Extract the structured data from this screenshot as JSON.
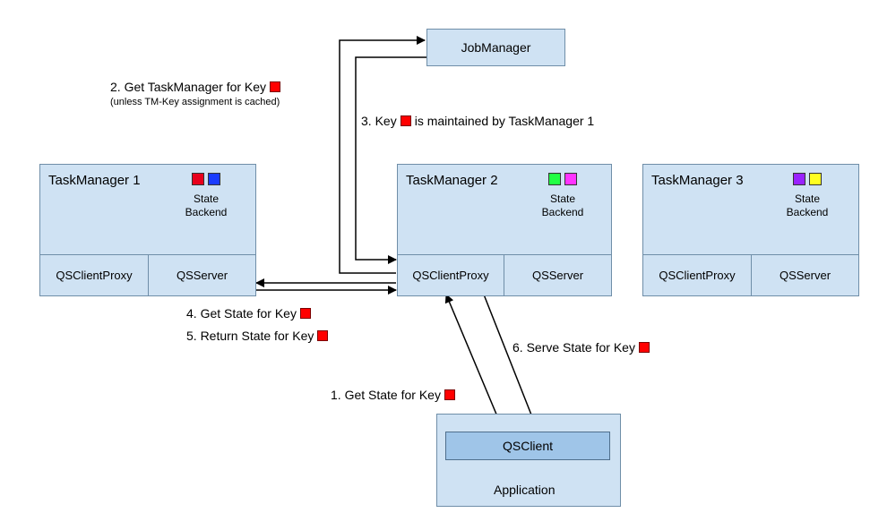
{
  "job_manager": {
    "label": "JobManager"
  },
  "task_managers": [
    {
      "title": "TaskManager 1",
      "proxy": "QSClientProxy",
      "server": "QSServer",
      "backend": "State\nBackend",
      "key_colors": [
        "#e8001c",
        "#1a3cff"
      ]
    },
    {
      "title": "TaskManager 2",
      "proxy": "QSClientProxy",
      "server": "QSServer",
      "backend": "State\nBackend",
      "key_colors": [
        "#22ff44",
        "#ff33ff"
      ]
    },
    {
      "title": "TaskManager 3",
      "proxy": "QSClientProxy",
      "server": "QSServer",
      "backend": "State\nBackend",
      "key_colors": [
        "#9922ff",
        "#ffff22"
      ]
    }
  ],
  "application": {
    "label": "Application",
    "client": "QSClient"
  },
  "steps": {
    "s1": "1. Get State for Key",
    "s2": "2. Get TaskManager for Key",
    "s2_note": "(unless TM-Key assignment is cached)",
    "s3a": "3. Key",
    "s3b": "is maintained by TaskManager 1",
    "s4": "4. Get State for Key",
    "s5": "5. Return State for Key",
    "s6": "6. Serve State for Key"
  },
  "colors": {
    "box_fill": "#cfe2f3",
    "box_border": "#6f8ea8",
    "cylinder_fill": "#9fc5e8",
    "key": "#ff0000"
  }
}
